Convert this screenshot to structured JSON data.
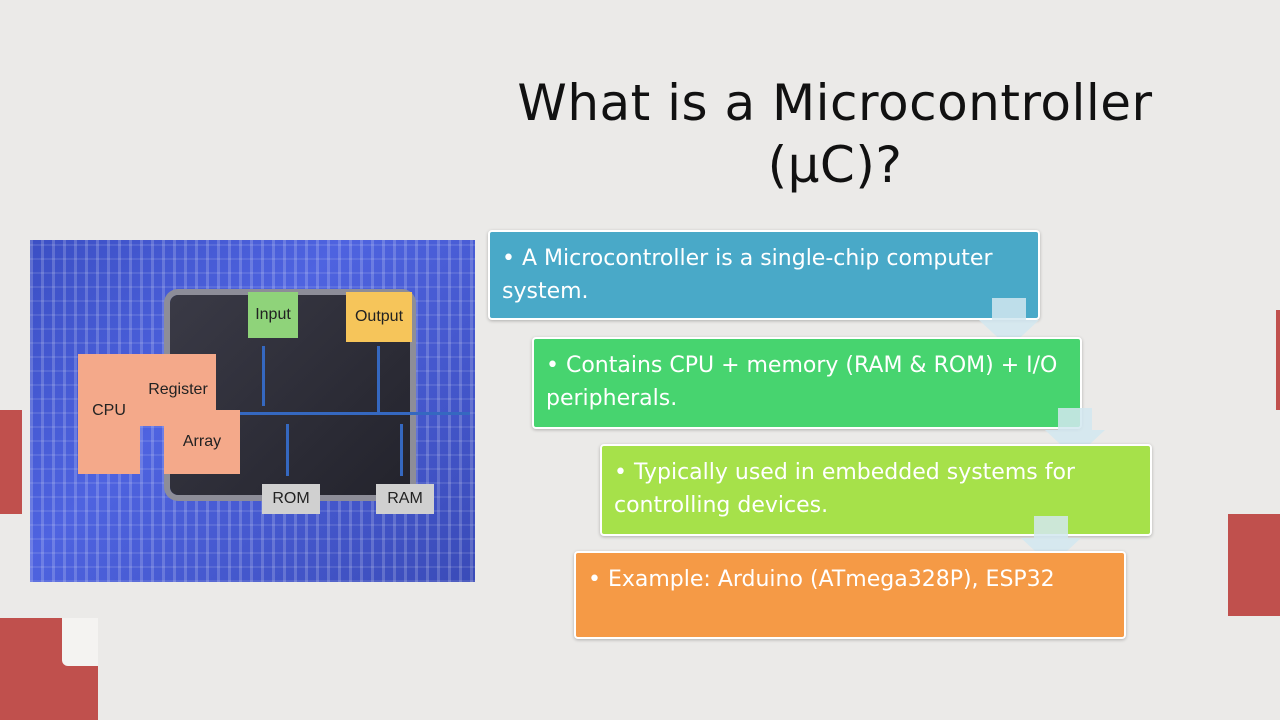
{
  "slide": {
    "title_line1": "What is a Microcontroller",
    "title_line2": "(μC)?"
  },
  "diagram": {
    "labels": {
      "input": "Input",
      "output": "Output",
      "register": "Register",
      "cpu": "CPU",
      "array": "Array",
      "rom": "ROM",
      "ram": "RAM"
    }
  },
  "bullets": [
    {
      "text": "• A Microcontroller is a single-chip computer system."
    },
    {
      "text": "• Contains CPU + memory (RAM & ROM) + I/O peripherals."
    },
    {
      "text": "• Typically used in embedded systems for controlling devices."
    },
    {
      "text": "• Example: Arduino (ATmega328P), ESP32"
    }
  ],
  "colors": {
    "accent_red": "#c0504d",
    "box1": "#49a9c8",
    "box2": "#47d46f",
    "box3": "#a6e14a",
    "box4": "#f59a46"
  }
}
